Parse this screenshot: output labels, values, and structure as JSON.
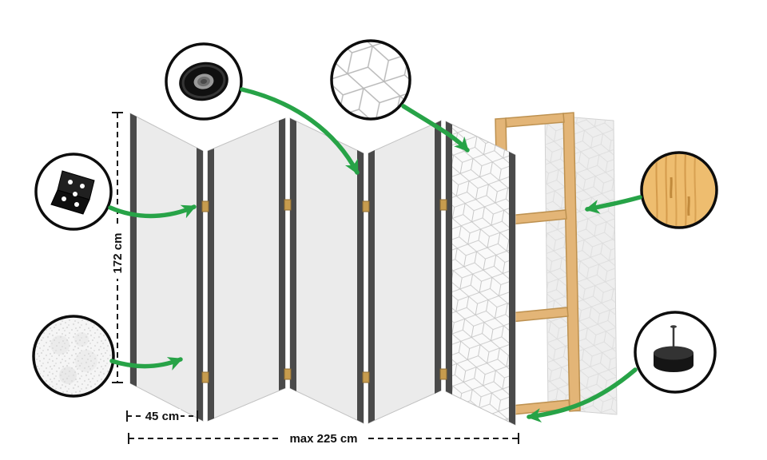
{
  "title": "Folding room divider assembly diagram",
  "dimensions": {
    "height": "172 cm",
    "panel_width": "45 cm",
    "max_total_width": "max 225 cm"
  },
  "screen": {
    "panel_count": 5,
    "parts": [
      "plain-panel-1",
      "plain-panel-2",
      "plain-panel-3",
      "plain-panel-4",
      "printed-panel-5",
      "pine-wood-frame",
      "printed-canvas-sheet"
    ]
  },
  "callouts": {
    "tape": {
      "icon": "adhesive-tape-icon"
    },
    "pattern": {
      "icon": "print-pattern-icon"
    },
    "hinge": {
      "icon": "metal-hinge-icon"
    },
    "fleece": {
      "icon": "fleece-texture-icon"
    },
    "wood": {
      "icon": "pine-wood-icon"
    },
    "foot": {
      "icon": "anti-slip-foot-icon"
    }
  },
  "colors": {
    "accent_green": "#27a347",
    "panel_face": "#ebebeb",
    "panel_edge": "#4a4a4a",
    "wood": "#e3b577",
    "pattern_line": "#c6c6c6",
    "outline_black": "#111111"
  }
}
